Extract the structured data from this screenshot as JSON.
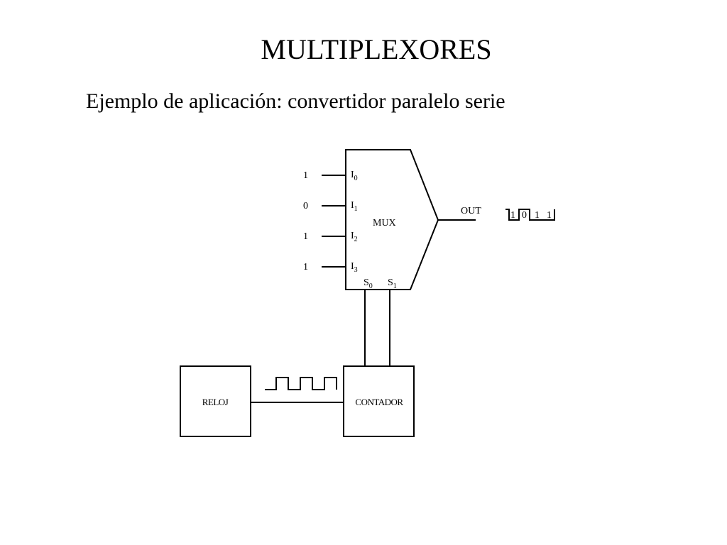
{
  "slide": {
    "title": "MULTIPLEXORES",
    "subtitle": "Ejemplo de aplicación: convertidor paralelo serie"
  },
  "diagram": {
    "mux_label": "MUX",
    "inputs": [
      {
        "name": "I",
        "index": "0",
        "value": "1"
      },
      {
        "name": "I",
        "index": "1",
        "value": "0"
      },
      {
        "name": "I",
        "index": "2",
        "value": "1"
      },
      {
        "name": "I",
        "index": "3",
        "value": "1"
      }
    ],
    "selects": [
      {
        "name": "S",
        "index": "0"
      },
      {
        "name": "S",
        "index": "1"
      }
    ],
    "output_label": "OUT",
    "output_bits": [
      "1",
      "0",
      "1",
      "1"
    ],
    "clock_label": "RELOJ",
    "counter_label": "CONTADOR"
  }
}
